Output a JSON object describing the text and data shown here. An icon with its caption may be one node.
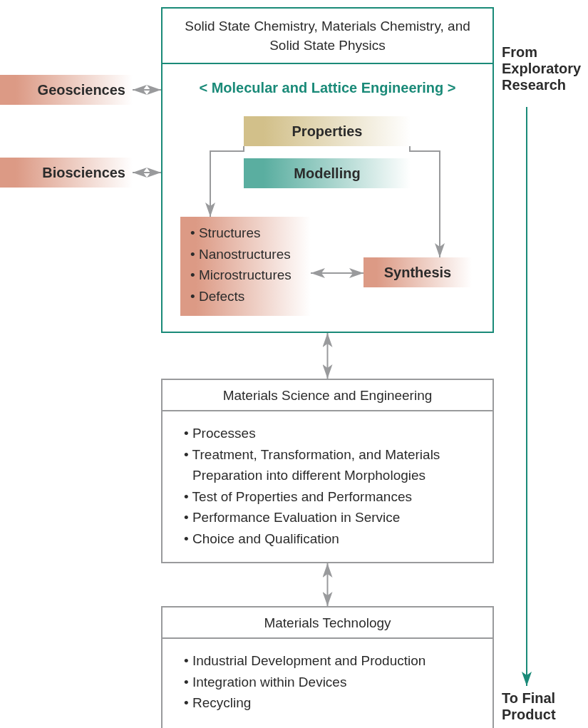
{
  "diagram": {
    "nodes": [
      {
        "text": [
          "Solid State Chemistry, Materials Chemistry, and Solid State Physics",
          "< Molecular and Lattice Engineering >"
        ]
      },
      {
        "text": [
          "Geosciences"
        ]
      },
      {
        "text": [
          "Biosciences"
        ]
      },
      {
        "text": [
          "Properties"
        ],
        "in": 0
      },
      {
        "text": [
          "Modelling"
        ],
        "in": 0
      },
      {
        "text": [
          "• Structures",
          "• Nanostructures",
          "• Microstructures",
          "• Defects"
        ],
        "in": 0
      },
      {
        "text": [
          "Synthesis"
        ],
        "in": 0
      },
      {
        "text": [
          "Materials Science and Engineering",
          "• Processes",
          "• Treatment, Transformation, and Materials Preparation into different Morphologies",
          "• Test of Properties and Performances",
          "• Performance Evaluation in Service",
          "• Choice and Qualification"
        ]
      },
      {
        "text": [
          "Materials Technology",
          "• Industrial Development and Production",
          "• Integration within Devices",
          "• Recycling"
        ]
      },
      {
        "text": [
          "From Exploratory Research"
        ]
      },
      {
        "text": [
          "To Final Product"
        ]
      }
    ],
    "edges": [
      {
        "from": 1,
        "to": 0,
        "arrow": "both"
      },
      {
        "from": 2,
        "to": 0,
        "arrow": "both"
      },
      {
        "from": 3,
        "to": 5,
        "arrow": "to"
      },
      {
        "from": 3,
        "to": 6,
        "arrow": "to"
      },
      {
        "from": 5,
        "to": 6,
        "arrow": "both"
      },
      {
        "from": 0,
        "to": 7,
        "arrow": "both"
      },
      {
        "from": 7,
        "to": 8,
        "arrow": "both"
      },
      {
        "from": 9,
        "to": 10,
        "arrow": "to",
        "color": "#1a8a78"
      }
    ]
  }
}
